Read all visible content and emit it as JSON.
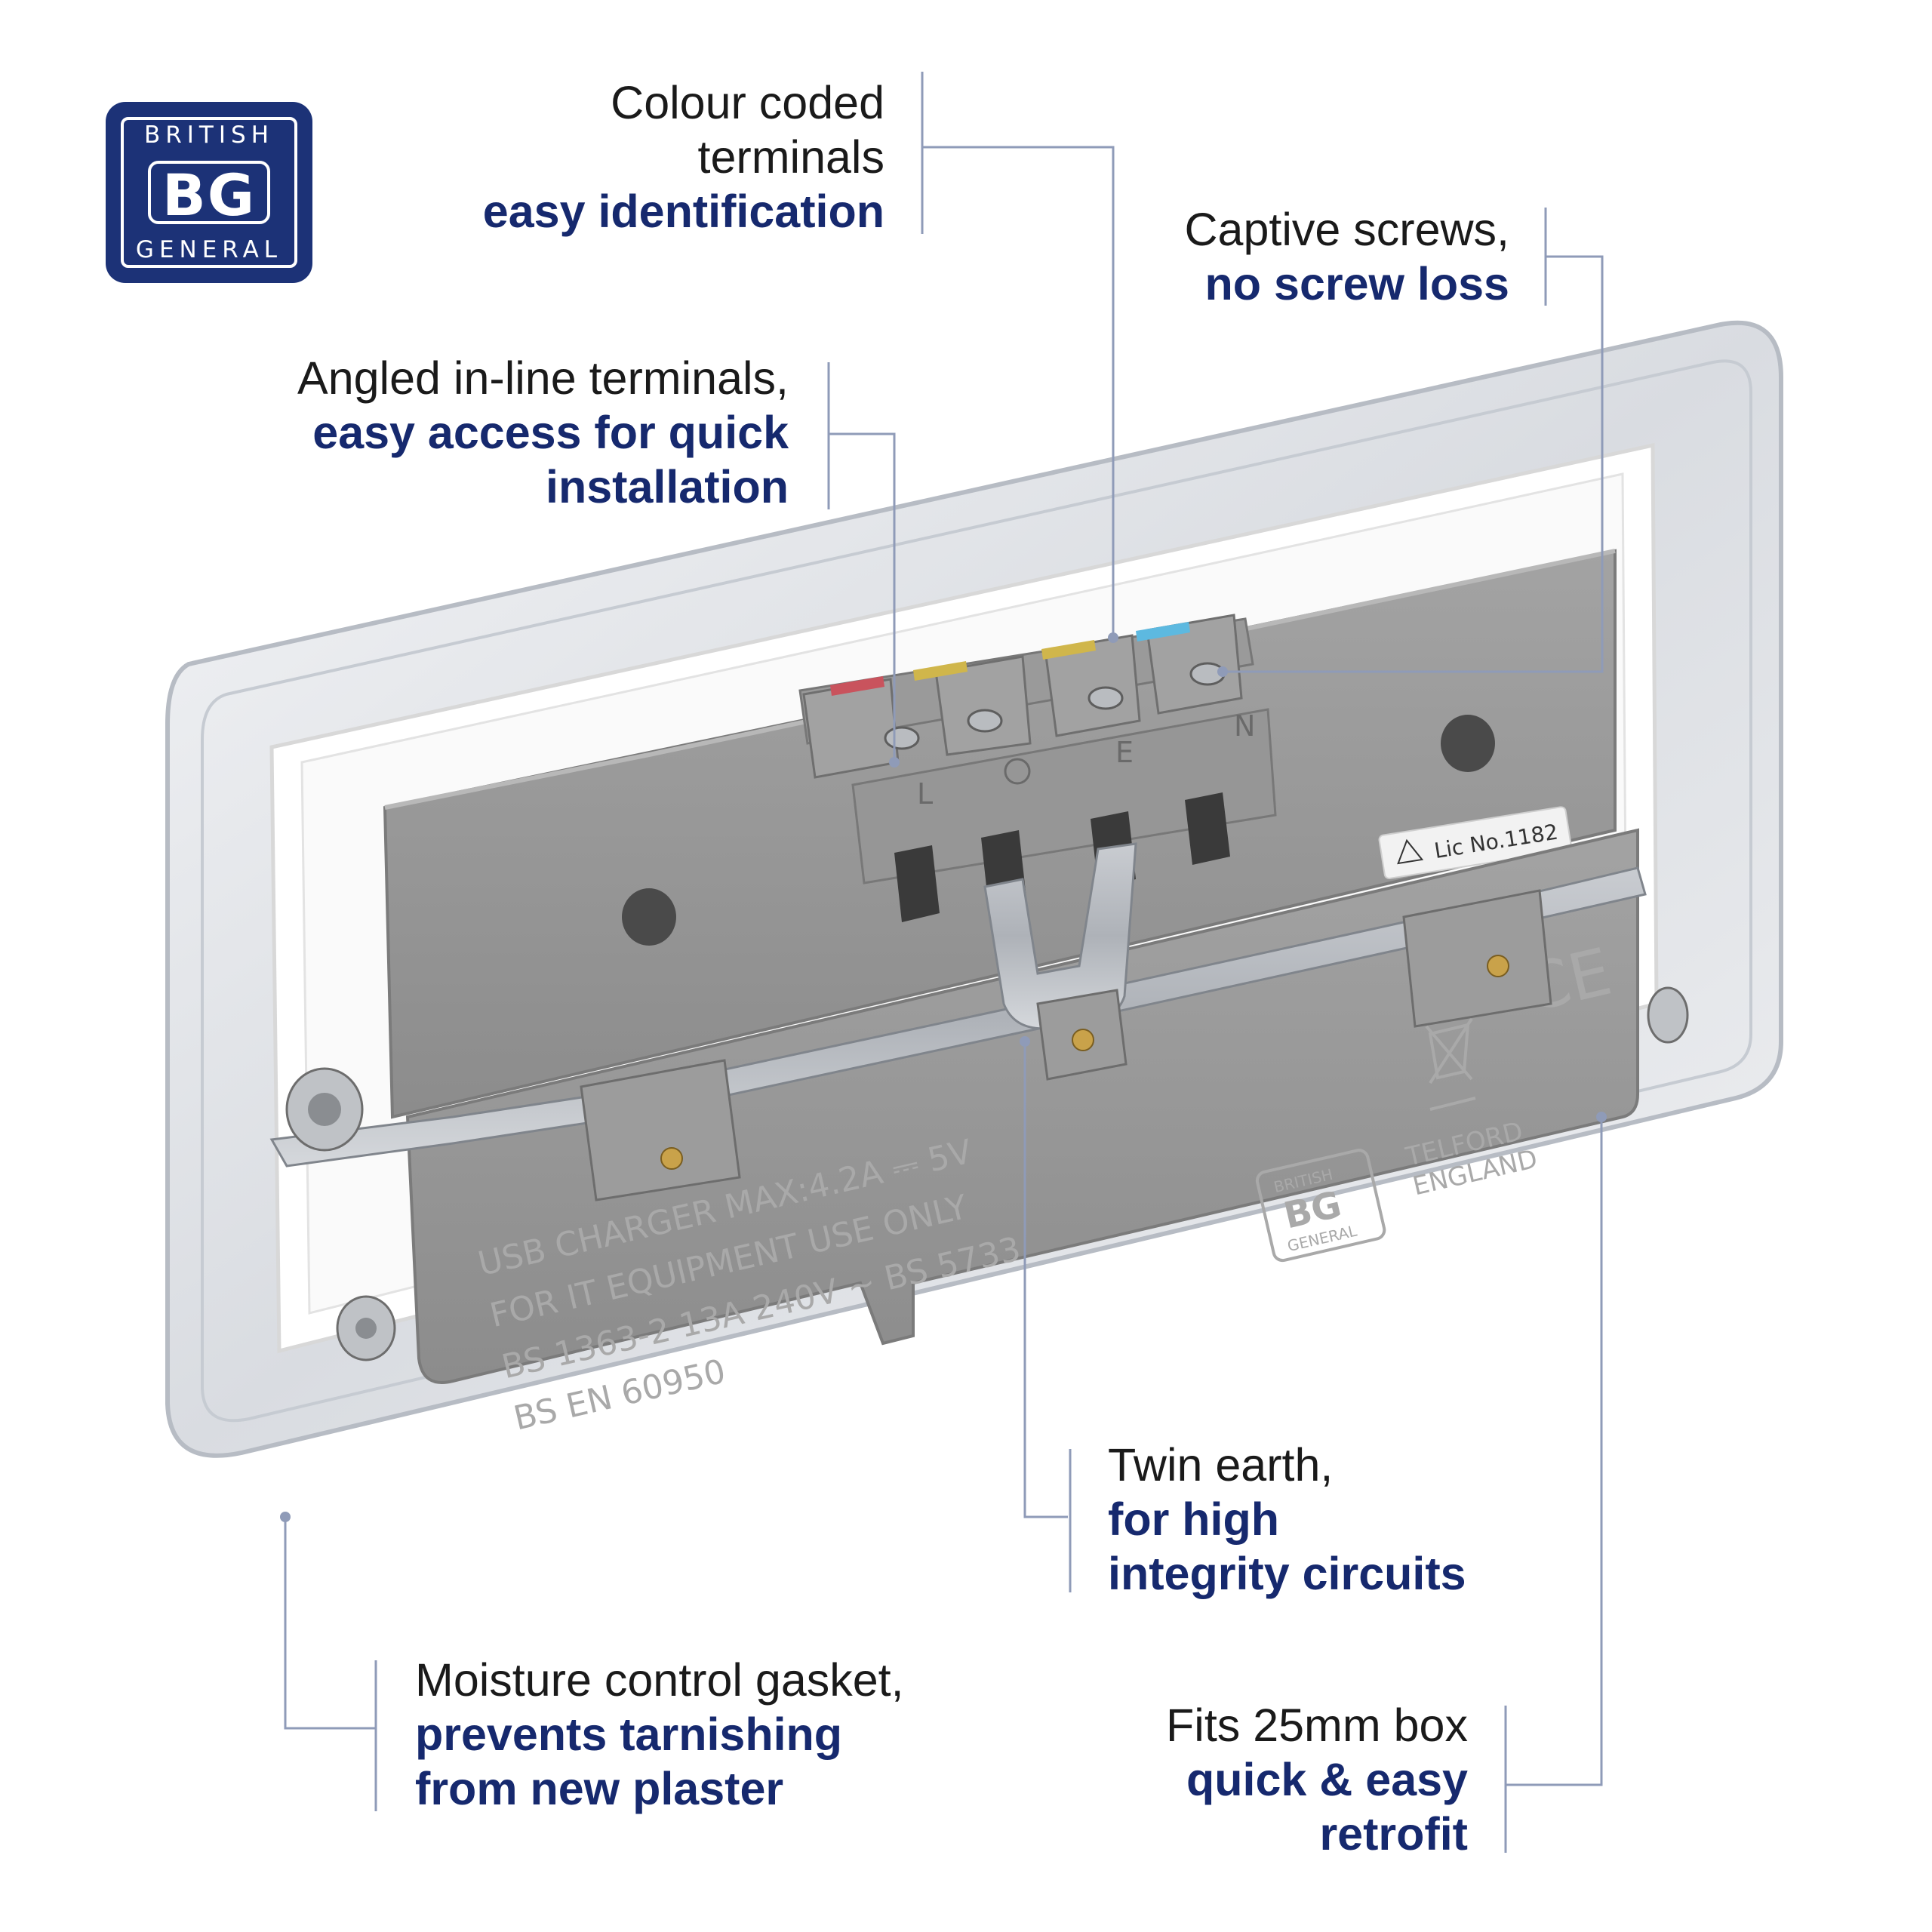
{
  "logo": {
    "top": "BRITISH",
    "mark": "BG",
    "bottom": "GENERAL"
  },
  "callouts": {
    "colour_coded": {
      "line1": "Colour coded",
      "line2": "terminals",
      "bold": "easy identification"
    },
    "captive": {
      "line1": "Captive screws,",
      "bold": "no screw loss"
    },
    "angled": {
      "line1": "Angled in-line terminals,",
      "bold1": "easy access for quick",
      "bold2": "installation"
    },
    "twin_earth": {
      "line1": "Twin earth,",
      "bold1": "for high",
      "bold2": "integrity circuits"
    },
    "moisture": {
      "line1": "Moisture control gasket,",
      "bold1": "prevents tarnishing",
      "bold2": "from new plaster"
    },
    "fits": {
      "line1": "Fits 25mm box",
      "bold1": "quick & easy",
      "bold2": "retrofit"
    }
  },
  "product": {
    "terminal_letters": [
      "L",
      "E",
      "N"
    ],
    "license": "Lic No.1182",
    "ce": "CE",
    "moulding_text": [
      "USB CHARGER  MAX:4.2A ⎓ 5V",
      "FOR IT EQUIPMENT USE ONLY",
      "BS  1363-2  13A 240V ~   BS  5733",
      "BS  EN  60950"
    ],
    "maker_mark": {
      "top": "BRITISH",
      "mark": "BG",
      "bottom": "GENERAL"
    },
    "origin": [
      "TELFORD",
      "ENGLAND"
    ]
  },
  "colors": {
    "brand_blue": "#16296e",
    "leader_line": "#8f9bb8",
    "housing_grey": "#8e8e8e"
  }
}
